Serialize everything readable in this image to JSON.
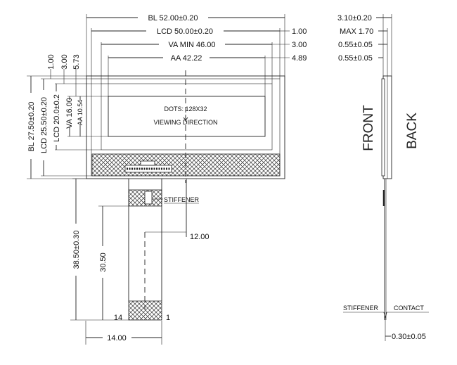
{
  "top_dims": {
    "bl": "BL 52.00±0.20",
    "lcd": "LCD 50.00±0.20",
    "va": "VA MIN 46.00",
    "aa": "AA 42.22",
    "r1": "1.00",
    "r2": "3.00",
    "r3": "4.89"
  },
  "left_dims": {
    "bl": "BL 27.50±0.20",
    "lcd": "LCD 25.50±0.20",
    "lcd2": "LCD 20.0±0.2",
    "va": "VA 16.00",
    "aa": "AA 10.54",
    "t1": "1.00",
    "t2": "3.00",
    "t3": "5.73"
  },
  "display": {
    "dots": "DOTS: 128X32",
    "viewing": "VIEWING DIRECTION"
  },
  "fpc": {
    "stiffener": "STIFFENER",
    "d1": "38.50±0.30",
    "d2": "30.50",
    "d3": "12.00",
    "d4": "14.00",
    "pin_left": "14",
    "pin_right": "1"
  },
  "side": {
    "d1": "3.10±0.20",
    "d2": "MAX 1.70",
    "d3": "0.55±0.05",
    "d4": "0.55±0.05",
    "front": "FRONT",
    "back": "BACK",
    "stiffener": "STIFFENER",
    "contact": "CONTACT",
    "thickness": "0.30±0.05"
  }
}
